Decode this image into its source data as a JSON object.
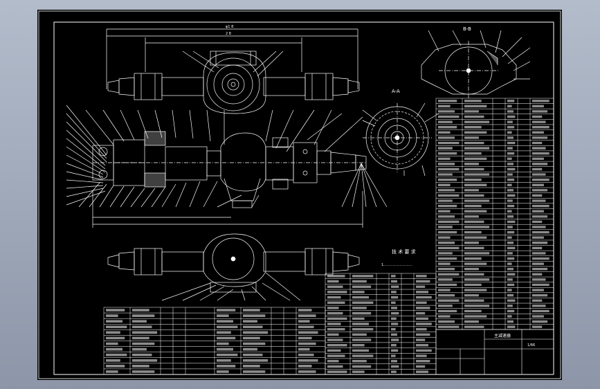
{
  "drawing": {
    "view_label_section": "A-A",
    "view_label_detail": "B-B",
    "notes_heading": "技 术 要 求",
    "notes_line": "1.……………………",
    "title_block_name": "主减速器",
    "title_block_code": "1/66"
  },
  "colors": {
    "background": "#000000",
    "line": "#ffffff",
    "window_gradient_top": "#b3bccb",
    "window_gradient_bottom": "#8d96a8"
  }
}
